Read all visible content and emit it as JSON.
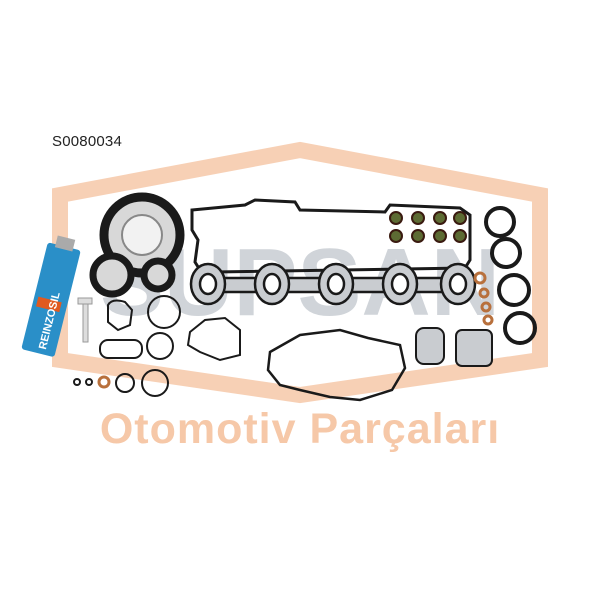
{
  "product": {
    "code": "S0080034",
    "sealant_label": "REINZOSIL"
  },
  "watermark": {
    "brand": "SUPSAN",
    "tagline": "Otomotiv Parçaları"
  },
  "colors": {
    "watermark_orange": "#f6c8a8",
    "watermark_grey": "#c5cad0",
    "gasket_black": "#1a1a1a",
    "tube_blue": "#2a8fc8",
    "copper": "#b8703c",
    "valve_seal_green": "#5d6b33"
  }
}
